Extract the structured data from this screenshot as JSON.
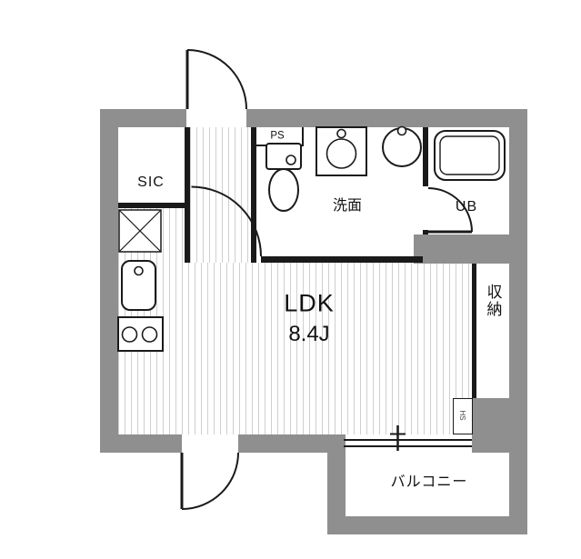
{
  "plan": {
    "labels": {
      "sic": "SIC",
      "ps": "PS",
      "washroom": "洗面",
      "unit_bath": "UB",
      "ldk": "LDK",
      "ldk_size": "8.4J",
      "storage": "収納",
      "balcony": "バルコニー",
      "utility": "HS"
    },
    "colors": {
      "wall": "#8f8f8f",
      "line": "#1a1a1a",
      "stripe": "#cfcfcf"
    }
  }
}
